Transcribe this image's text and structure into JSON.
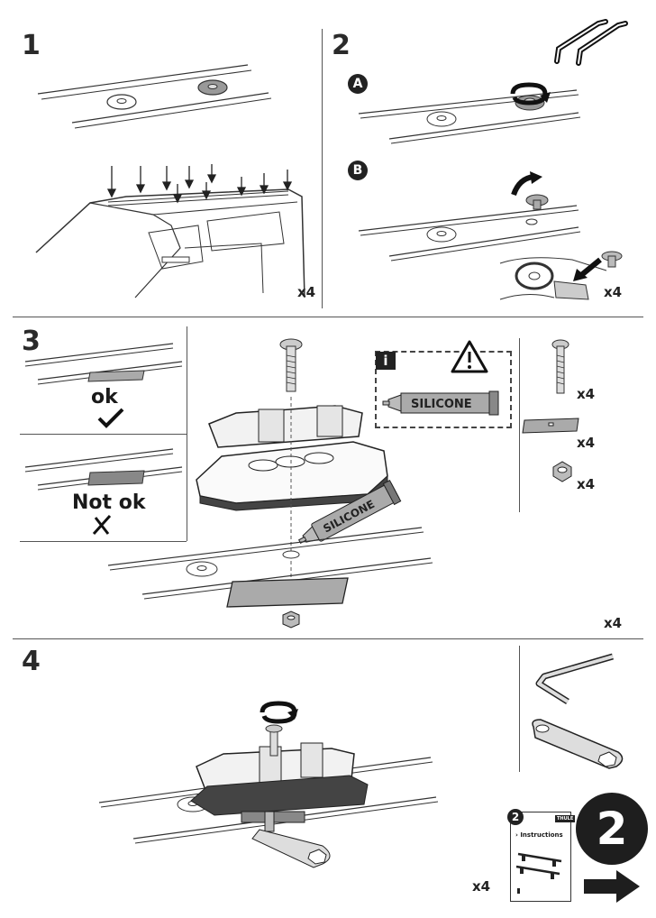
{
  "steps": {
    "s1": {
      "number": "1",
      "qty": "x4"
    },
    "s2": {
      "number": "2",
      "sub_a": "A",
      "sub_b": "B",
      "qty": "x4"
    },
    "s3": {
      "number": "3",
      "ok_label": "ok",
      "not_ok_label": "Not ok",
      "info_icon": "i",
      "silicone_label": "SILICONE",
      "qty_screw": "x4",
      "qty_plate": "x4",
      "qty_nut": "x4",
      "qty_main": "x4"
    },
    "s4": {
      "number": "4",
      "qty": "x4",
      "booklet_number": "2",
      "booklet_title": "› Instructions",
      "booklet_brand": "THULE",
      "next_number": "2"
    }
  },
  "icons": [
    "screw-icon",
    "nut-icon",
    "plate-icon",
    "silicone-tube-icon",
    "warning-icon",
    "info-icon",
    "allen-key-icon",
    "spanner-icon",
    "rotate-arrow-icon",
    "next-arrow-icon",
    "check-icon",
    "cross-icon"
  ]
}
